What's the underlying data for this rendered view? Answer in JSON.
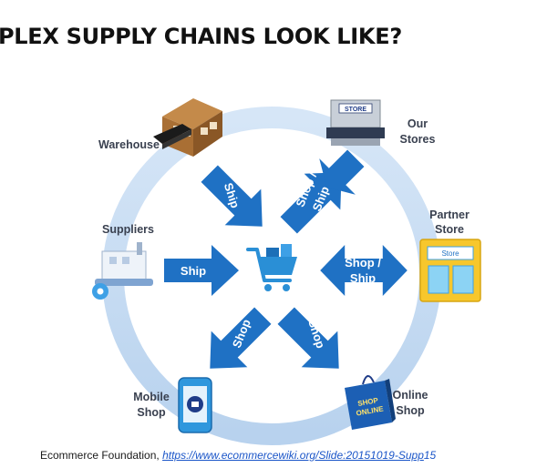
{
  "header": {
    "title": "PLEX SUPPLY CHAINS LOOK LIKE?"
  },
  "nodes": {
    "warehouse": "Warehouse",
    "our_stores": [
      "Our",
      "Stores"
    ],
    "partner_store": [
      "Partner",
      "Store"
    ],
    "suppliers": "Suppliers",
    "mobile_shop": [
      "Mobile",
      "Shop"
    ],
    "online_shop": [
      "Online",
      "Shop"
    ]
  },
  "icon_text": {
    "store_sign": "STORE",
    "partner_sign": "Store",
    "shop_bag": [
      "SHOP",
      "ONLINE"
    ]
  },
  "arrows": {
    "warehouse": "Ship",
    "our_stores": [
      "Shop /",
      "Ship"
    ],
    "suppliers": "Ship",
    "partner": [
      "Shop /",
      "Ship"
    ],
    "mobile": "Shop",
    "online": "Shop"
  },
  "icons": {
    "center": "shopping-cart-icon",
    "warehouse": "warehouse-icon",
    "stores": "storefront-icon",
    "partner": "partner-store-icon",
    "suppliers": "factory-icon",
    "mobile": "smartphone-icon",
    "online": "shopping-bag-icon"
  },
  "colors": {
    "ring": "#c8dcf2",
    "arrow": "#1f71c4",
    "cart": "#2a8fd6"
  },
  "footer": {
    "source": "Ecommerce Foundation, ",
    "link": "https://www.ecommercewiki.org/Slide:20151019-Supp",
    "page_number": "15"
  }
}
